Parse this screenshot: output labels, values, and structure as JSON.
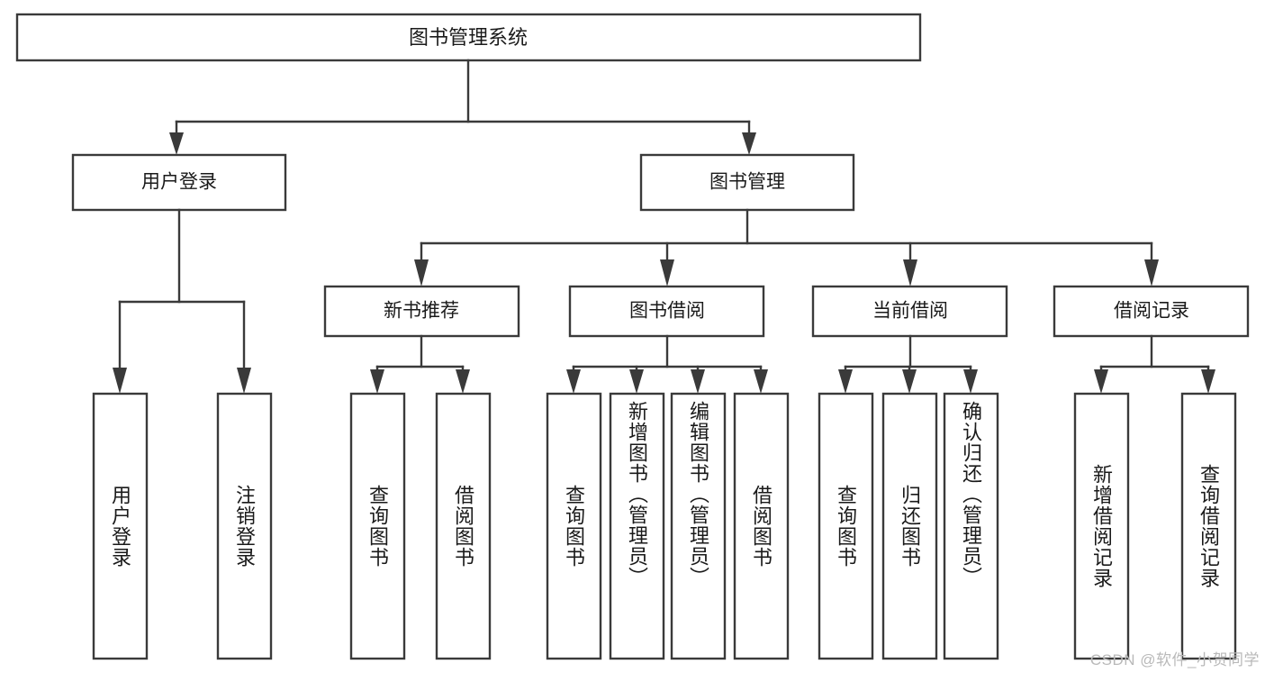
{
  "diagram": {
    "type": "tree-hierarchy",
    "title": "图书管理系统",
    "watermark": "CSDN @软件_小贺同学",
    "colors": {
      "stroke": "#3a3a3a",
      "fill": "#ffffff",
      "text": "#1a1a1a",
      "watermark": "#b9b9b9",
      "background": "#ffffff"
    },
    "root": {
      "label": "图书管理系统",
      "level": 0
    },
    "level1": [
      {
        "label": "用户登录"
      },
      {
        "label": "图书管理"
      }
    ],
    "level2": [
      {
        "label": "新书推荐"
      },
      {
        "label": "图书借阅"
      },
      {
        "label": "当前借阅"
      },
      {
        "label": "借阅记录"
      }
    ],
    "leaves": {
      "user_login": [
        {
          "label": "用户登录"
        },
        {
          "label": "注销登录"
        }
      ],
      "new_book_recommend": [
        {
          "label": "查询图书"
        },
        {
          "label": "借阅图书"
        }
      ],
      "book_borrow": [
        {
          "label": "查询图书"
        },
        {
          "label": "新增图书（管理员）"
        },
        {
          "label": "编辑图书（管理员）"
        },
        {
          "label": "借阅图书"
        }
      ],
      "current_borrow": [
        {
          "label": "查询图书"
        },
        {
          "label": "归还图书"
        },
        {
          "label": "确认归还（管理员）"
        }
      ],
      "borrow_record": [
        {
          "label": "新增借阅记录"
        },
        {
          "label": "查询借阅记录"
        }
      ]
    }
  }
}
